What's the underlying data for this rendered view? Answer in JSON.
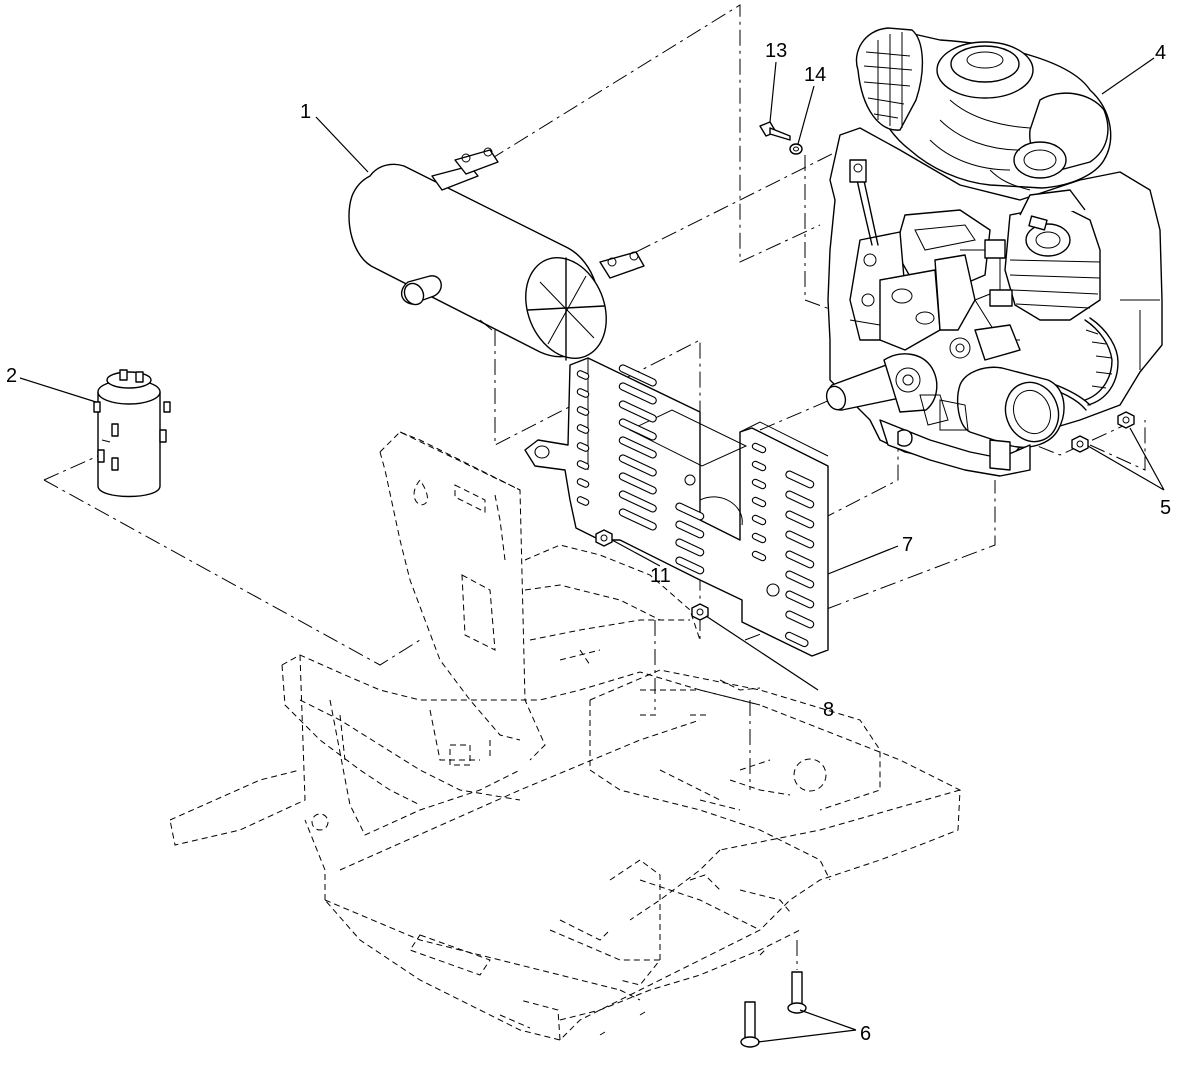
{
  "callouts": [
    {
      "id": "1",
      "label": "1"
    },
    {
      "id": "2",
      "label": "2"
    },
    {
      "id": "4",
      "label": "4"
    },
    {
      "id": "5",
      "label": "5"
    },
    {
      "id": "6",
      "label": "6"
    },
    {
      "id": "7",
      "label": "7"
    },
    {
      "id": "8",
      "label": "8"
    },
    {
      "id": "11",
      "label": "11"
    },
    {
      "id": "13",
      "label": "13"
    },
    {
      "id": "14",
      "label": "14"
    }
  ]
}
